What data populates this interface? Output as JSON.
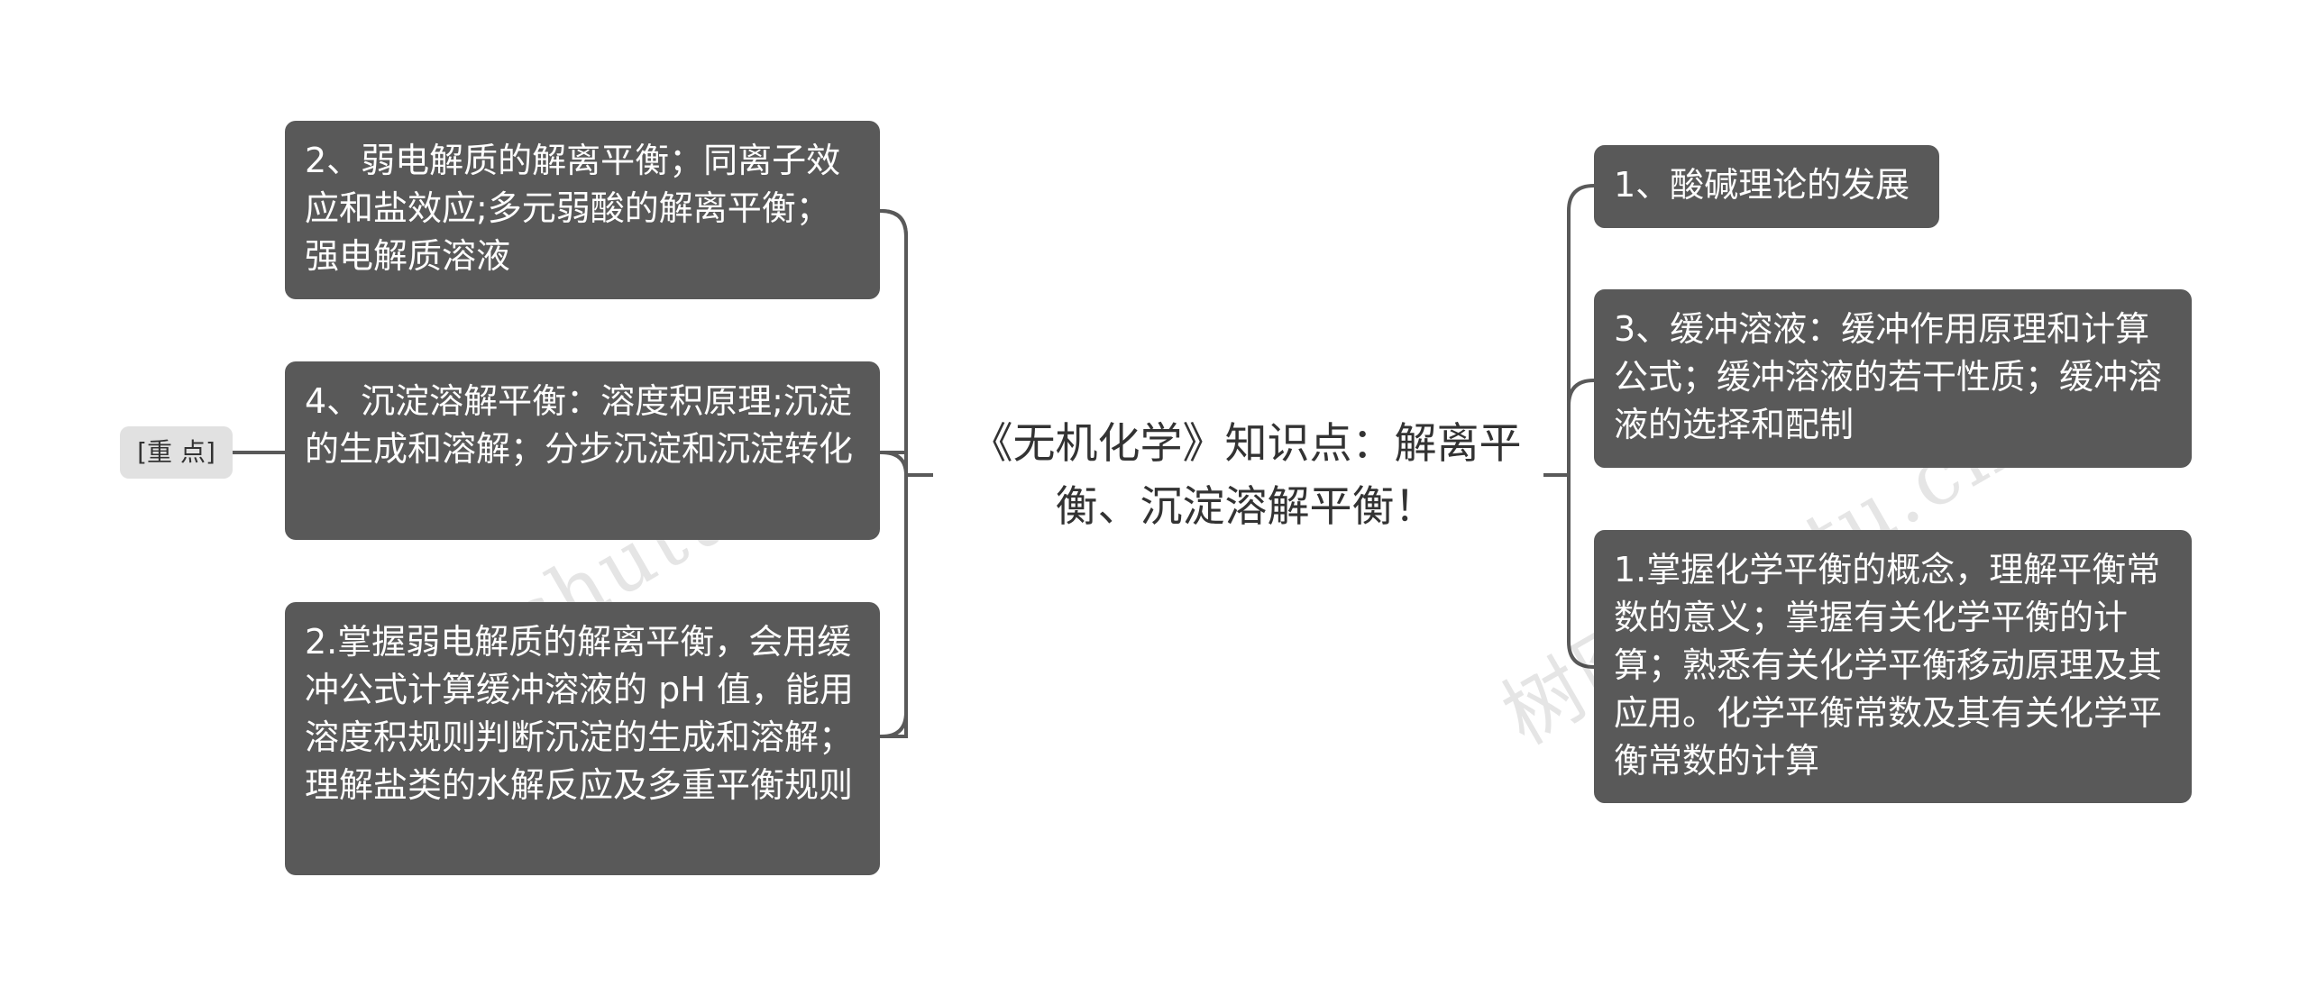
{
  "root": {
    "title": "《无机化学》知识点：解离平衡、沉淀溶解平衡！"
  },
  "left_branches": [
    {
      "text": "2、弱电解质的解离平衡；同离子效应和盐效应;多元弱酸的解离平衡；强电解质溶液"
    },
    {
      "text": "4、沉淀溶解平衡：溶度积原理;沉淀的生成和溶解；分步沉淀和沉淀转化"
    },
    {
      "text": "2.掌握弱电解质的解离平衡，会用缓冲公式计算缓冲溶液的 pH 值，能用溶度积规则判断沉淀的生成和溶解；理解盐类的水解反应及多重平衡规则"
    }
  ],
  "tag": {
    "label": "[重 点]"
  },
  "right_branches": [
    {
      "text": "1、酸碱理论的发展"
    },
    {
      "text": "3、缓冲溶液：缓冲作用原理和计算公式；缓冲溶液的若干性质；缓冲溶液的选择和配制"
    },
    {
      "text": "1.掌握化学平衡的概念，理解平衡常数的意义；掌握有关化学平衡的计算；熟悉有关化学平衡移动原理及其应用。化学平衡常数及其有关化学平衡常数的计算"
    }
  ],
  "watermarks": [
    {
      "text": "树图 shutu.cn"
    },
    {
      "text": "树图 shutu.cn"
    }
  ],
  "colors": {
    "node_fill": "#595959",
    "node_text": "#ffffff",
    "connector": "#595959",
    "tag_fill": "#e1e1e1",
    "root_text": "#333333"
  }
}
